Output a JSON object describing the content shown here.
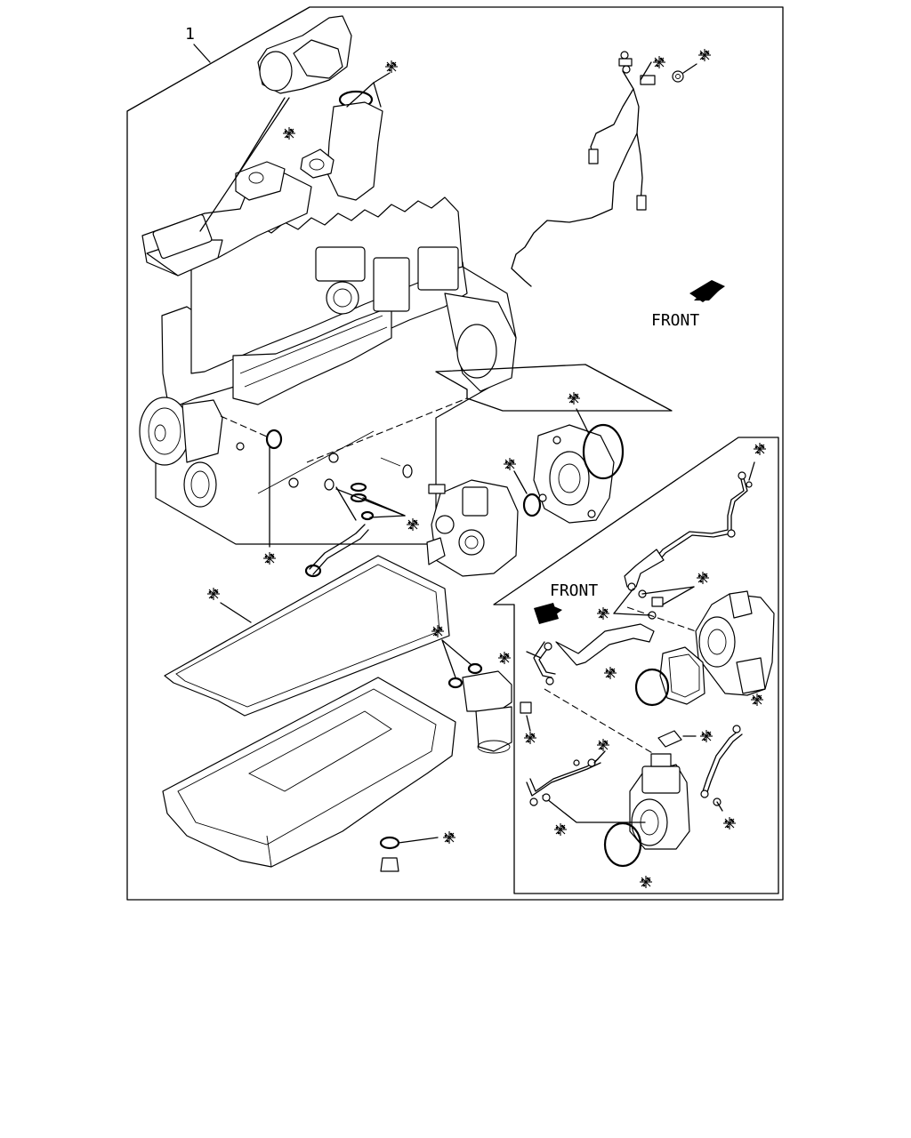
{
  "item_number": "1",
  "front_label_engine": "FRONT",
  "front_label_turbo": "FRONT",
  "kit_marker": "※"
}
